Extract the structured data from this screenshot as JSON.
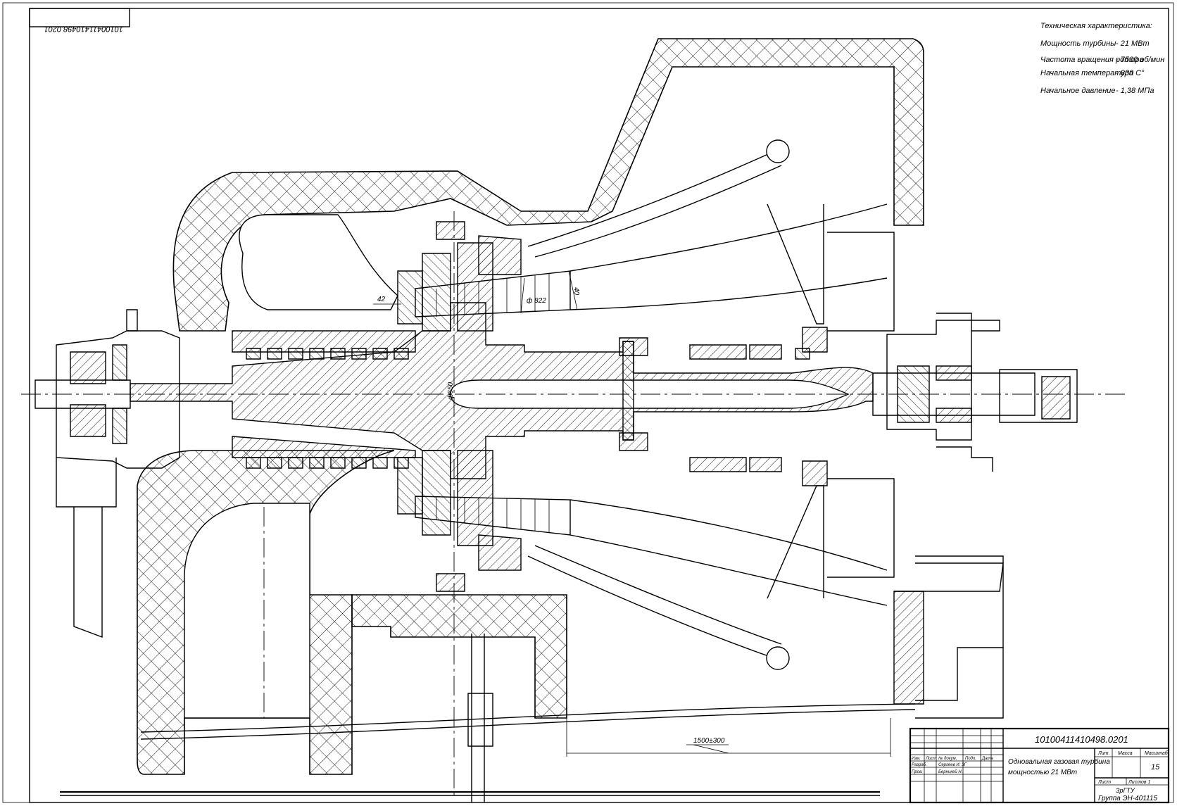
{
  "drawing": {
    "mirror_code": "10100411410498.0201",
    "tech_spec": {
      "heading": "Техническая характеристика:",
      "rows": [
        {
          "label": "Мощность турбины",
          "value": "- 21 МВт"
        },
        {
          "label": "Частота вращения ротора",
          "value": "- 7500 об/мин"
        },
        {
          "label": "Начальная температура",
          "value": "- 830 С°"
        },
        {
          "label": "Начальное давление",
          "value": "- 1,38 МПа"
        }
      ]
    },
    "dimensions": {
      "d_822": "ф 822",
      "d_42": "42",
      "d_40": "40",
      "d_650": "ф650",
      "span": "1500±300"
    }
  },
  "title_block": {
    "code": "10100411410498.0201",
    "title_line1": "Одновальная газовая турбина",
    "title_line2": "мощностью 21 МВт",
    "col_headers": [
      "Лит.",
      "Масса",
      "Масштаб"
    ],
    "scale": "15",
    "sheet_label": "Лист",
    "sheets_label": "Листов 1",
    "org_line1": "ЗрГТУ",
    "org_line2": "Группа ЭН-401115",
    "row_labels": [
      "Изм.",
      "Разраб.",
      "Пров."
    ],
    "col_labels": [
      "Лист",
      "№ докум.",
      "Подп.",
      "Дата"
    ],
    "names": [
      "Сергеев И. ЗГ",
      "Берникей Н."
    ]
  }
}
